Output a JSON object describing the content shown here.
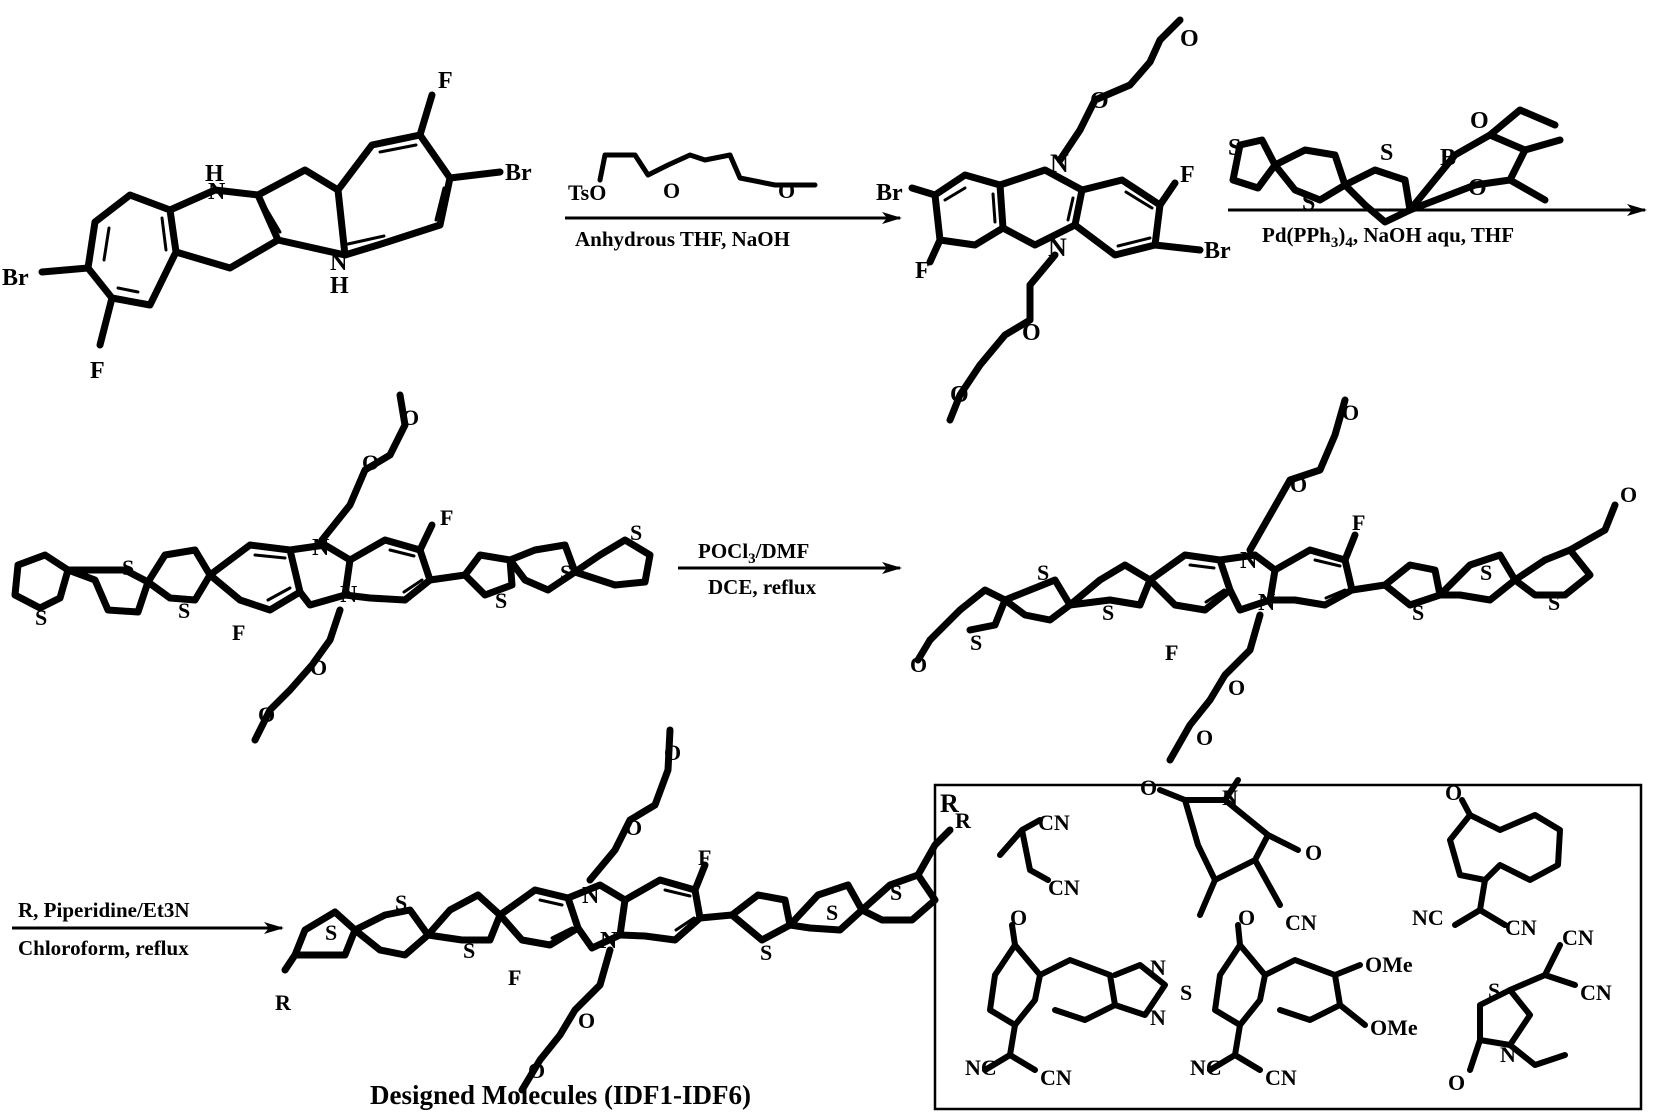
{
  "conditions": {
    "step1_reagent_left": "TsO",
    "step1_below": "Anhydrous THF, NaOH",
    "step2_below_a": "Pd(PPh",
    "step2_below_sub1": "3",
    "step2_below_b": ")",
    "step2_below_sub2": "4",
    "step2_below_c": ", NaOH aqu, THF",
    "step3_above_a": "POCl",
    "step3_above_sub": "3",
    "step3_above_b": "/DMF",
    "step3_below": "DCE, reflux",
    "step4_above": "R, Piperidine/Et3N",
    "step4_below": "Chloroform, reflux"
  },
  "atoms": {
    "H": "H",
    "N": "N",
    "F": "F",
    "Br": "Br",
    "O": "O",
    "S": "S",
    "B": "B",
    "R": "R",
    "CN": "CN",
    "NC": "NC",
    "OMe": "OMe"
  },
  "product_title": "Designed Molecules (IDF1-IDF6)",
  "r_box_label": "R"
}
